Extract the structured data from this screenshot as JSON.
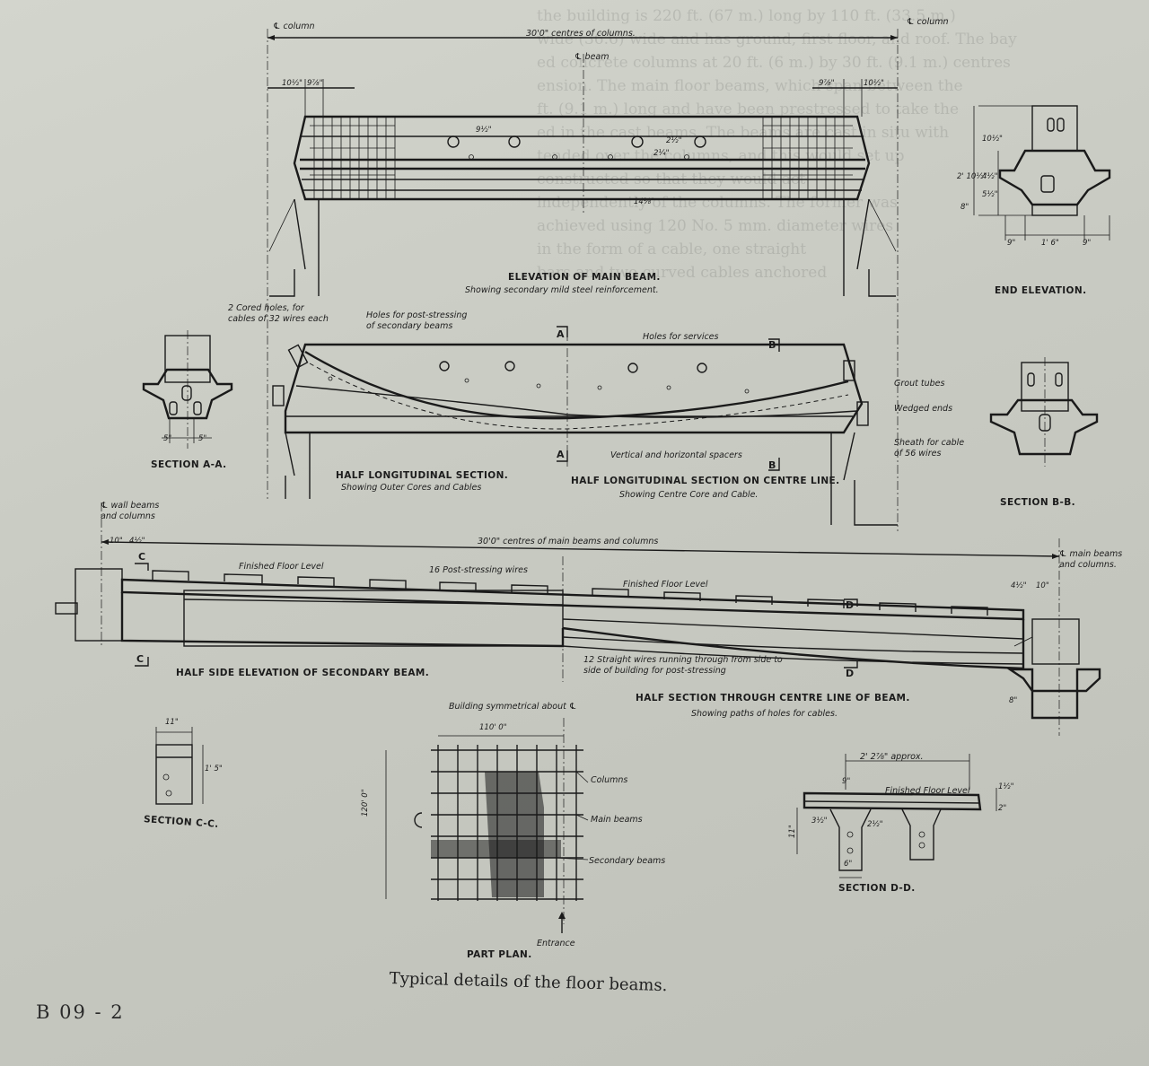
{
  "caption": "Typical details of the floor beams.",
  "page_number": "B 09 - 2",
  "main_beam_elevation": {
    "column_label_left": "℄ column",
    "column_label_right": "℄ column",
    "span_label": "30'0\" centres of columns.",
    "beam_center_label": "℄ beam",
    "dim_10_5_left": "10½\"",
    "dim_9_7_left": "9⅞\"",
    "dim_9_7_right": "9⅞\"",
    "dim_10_5_right": "10½\"",
    "dim_9_5": "9½\"",
    "dim_2_5": "2½\"",
    "dim_2_25": "2¼\"",
    "dim_14_5": "14⅜\"",
    "title": "ELEVATION OF MAIN BEAM.",
    "subtitle": "Showing secondary mild steel reinforcement."
  },
  "end_elevation": {
    "title": "END ELEVATION.",
    "dim_10_5": "10½\"",
    "dim_2_10": "2' 10½\"",
    "dim_8": "8\"",
    "dim_4_5": "4½\"",
    "dim_5_5": "5½\"",
    "dim_9_l": "9\"",
    "dim_1_6": "1' 6\"",
    "dim_9_r": "9\""
  },
  "section_aa": {
    "title": "SECTION A-A.",
    "dim_a": "5\"",
    "dim_b": "5\""
  },
  "section_bb": {
    "title": "SECTION B-B."
  },
  "half_longitudinal": {
    "note_cored_holes": "2 Cored holes, for\ncables of 32 wires each",
    "note_post_stressing": "Holes for post-stressing\nof secondary beams",
    "note_services": "Holes for services",
    "note_grout": "Grout tubes",
    "note_wedged": "Wedged ends",
    "note_sheath": "Sheath for cable\nof 56 wires",
    "note_spacers": "Vertical and horizontal spacers",
    "marker_a": "A",
    "marker_b": "B",
    "title_left": "HALF LONGITUDINAL SECTION.",
    "subtitle_left": "Showing Outer Cores and Cables",
    "title_right": "HALF LONGITUDINAL SECTION ON CENTRE LINE.",
    "subtitle_right": "Showing Centre Core and Cable."
  },
  "secondary_beam": {
    "label_wall": "℄ wall beams\nand columns",
    "label_main": "℄ main beams\nand columns.",
    "span_label": "30'0\" centres of main beams and columns",
    "dim_10_l": "10\"",
    "dim_4_5_l": "4½\"",
    "dim_4_5_r": "4½\"",
    "dim_10_r": "10\"",
    "dim_8": "8\"",
    "floor_level_left": "Finished Floor Level",
    "floor_level_right": "Finished Floor Level",
    "note_16_wires": "16 Post-stressing wires",
    "note_12_wires": "12 Straight wires running through from side to\nside of building for post-stressing",
    "marker_c": "C",
    "marker_d": "D",
    "title_left": "HALF SIDE ELEVATION OF SECONDARY BEAM.",
    "title_right": "HALF SECTION THROUGH CENTRE LINE OF BEAM.",
    "subtitle_right": "Showing paths of holes for cables."
  },
  "section_cc": {
    "title": "SECTION C-C.",
    "dim_11": "11\"",
    "dim_1_5": "1' 5\""
  },
  "part_plan": {
    "title": "PART PLAN.",
    "note_symmetrical": "Building symmetrical about ℄",
    "dim_110": "110' 0\"",
    "dim_120": "120' 0\"",
    "label_columns": "Columns",
    "label_main_beams": "Main beams",
    "label_secondary": "Secondary beams",
    "label_entrance": "Entrance"
  },
  "section_dd": {
    "title": "SECTION D-D.",
    "dim_approx": "2' 2⅞\" approx.",
    "floor_level": "Finished Floor Level",
    "dim_9": "9\"",
    "dim_3_5": "3½\"",
    "dim_2_5": "2½\"",
    "dim_6": "6\"",
    "dim_11": "11\"",
    "dim_1_5": "1½\"",
    "dim_2": "2\""
  },
  "background_text": [
    "the building is 220 ft. (67 m.) long by 110 ft. (33.5 m.)",
    "wide (36.6) wide and has ground, first floor, and roof. The bay",
    "ed concrete columns at 20 ft. (6 m.) by 30 ft. (9.1 m.) centres",
    "ension. The main floor beams, which span between the",
    "ft. (9.1 m.) long and have been prestressed to take the",
    "ed in the cast beams. The beams are cast in situ with",
    "tended over the columns, and this would set up",
    "constructed so that they would act",
    "independently of the columns. The former was",
    "achieved using 120 No. 5 mm. diameter wires",
    "in the form of a cable, one straight",
    "bars and two curved cables anchored"
  ]
}
